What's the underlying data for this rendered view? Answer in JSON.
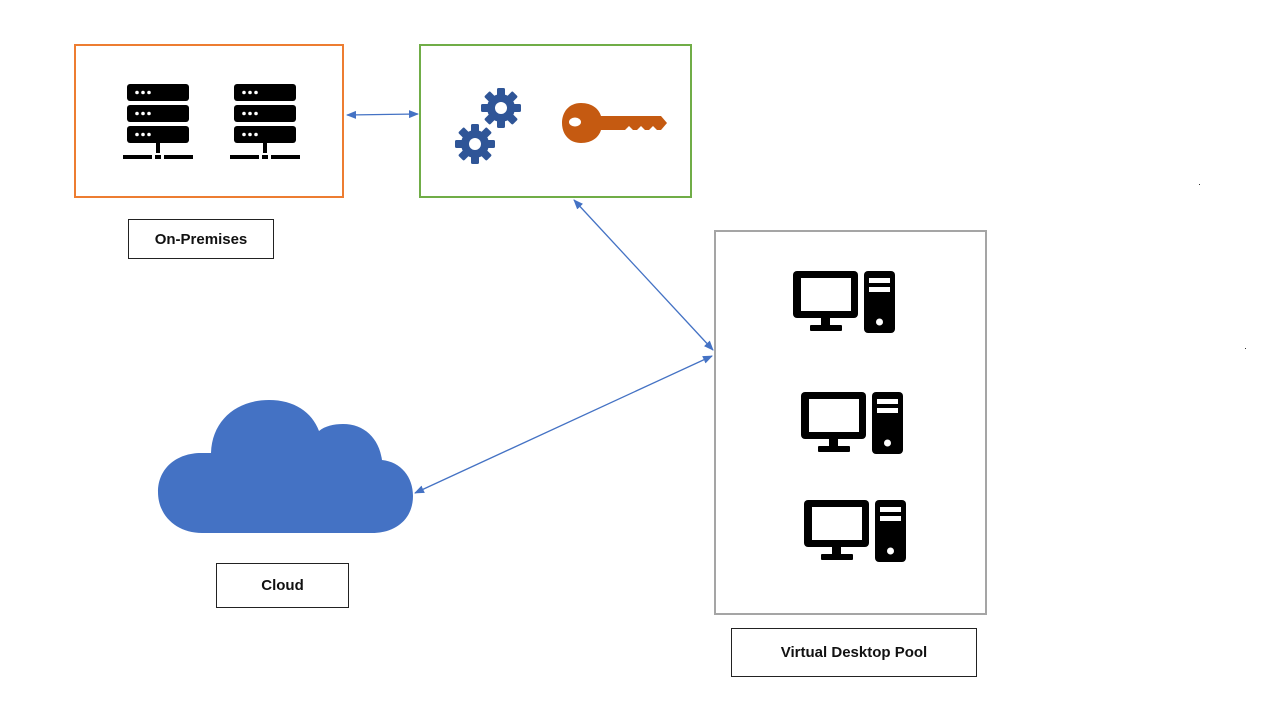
{
  "diagram": {
    "title": "",
    "colors": {
      "onprem_border": "#ED7D31",
      "keyvault_border": "#70AD47",
      "pool_border": "#A5A5A5",
      "connector": "#4472C4",
      "cloud_fill": "#4472C4",
      "gear_fill": "#2F5597",
      "key_fill": "#C55A11",
      "device_fill": "#000000"
    },
    "nodes": [
      {
        "id": "on-premises",
        "label": "On-Premises",
        "icons": [
          "server-icon",
          "server-icon"
        ]
      },
      {
        "id": "key-management",
        "label": "",
        "icons": [
          "gears-icon",
          "key-icon"
        ]
      },
      {
        "id": "cloud",
        "label": "Cloud",
        "icons": [
          "cloud-icon"
        ]
      },
      {
        "id": "virtual-desktop-pool",
        "label": "Virtual Desktop Pool",
        "icons": [
          "desktop-computer-icon",
          "desktop-computer-icon",
          "desktop-computer-icon"
        ]
      }
    ],
    "edges": [
      {
        "from": "on-premises",
        "to": "key-management",
        "direction": "bidirectional"
      },
      {
        "from": "key-management",
        "to": "virtual-desktop-pool",
        "direction": "bidirectional"
      },
      {
        "from": "cloud",
        "to": "virtual-desktop-pool",
        "direction": "bidirectional"
      }
    ]
  },
  "labels": {
    "onprem": "On-Premises",
    "cloud": "Cloud",
    "pool": "Virtual Desktop Pool"
  }
}
